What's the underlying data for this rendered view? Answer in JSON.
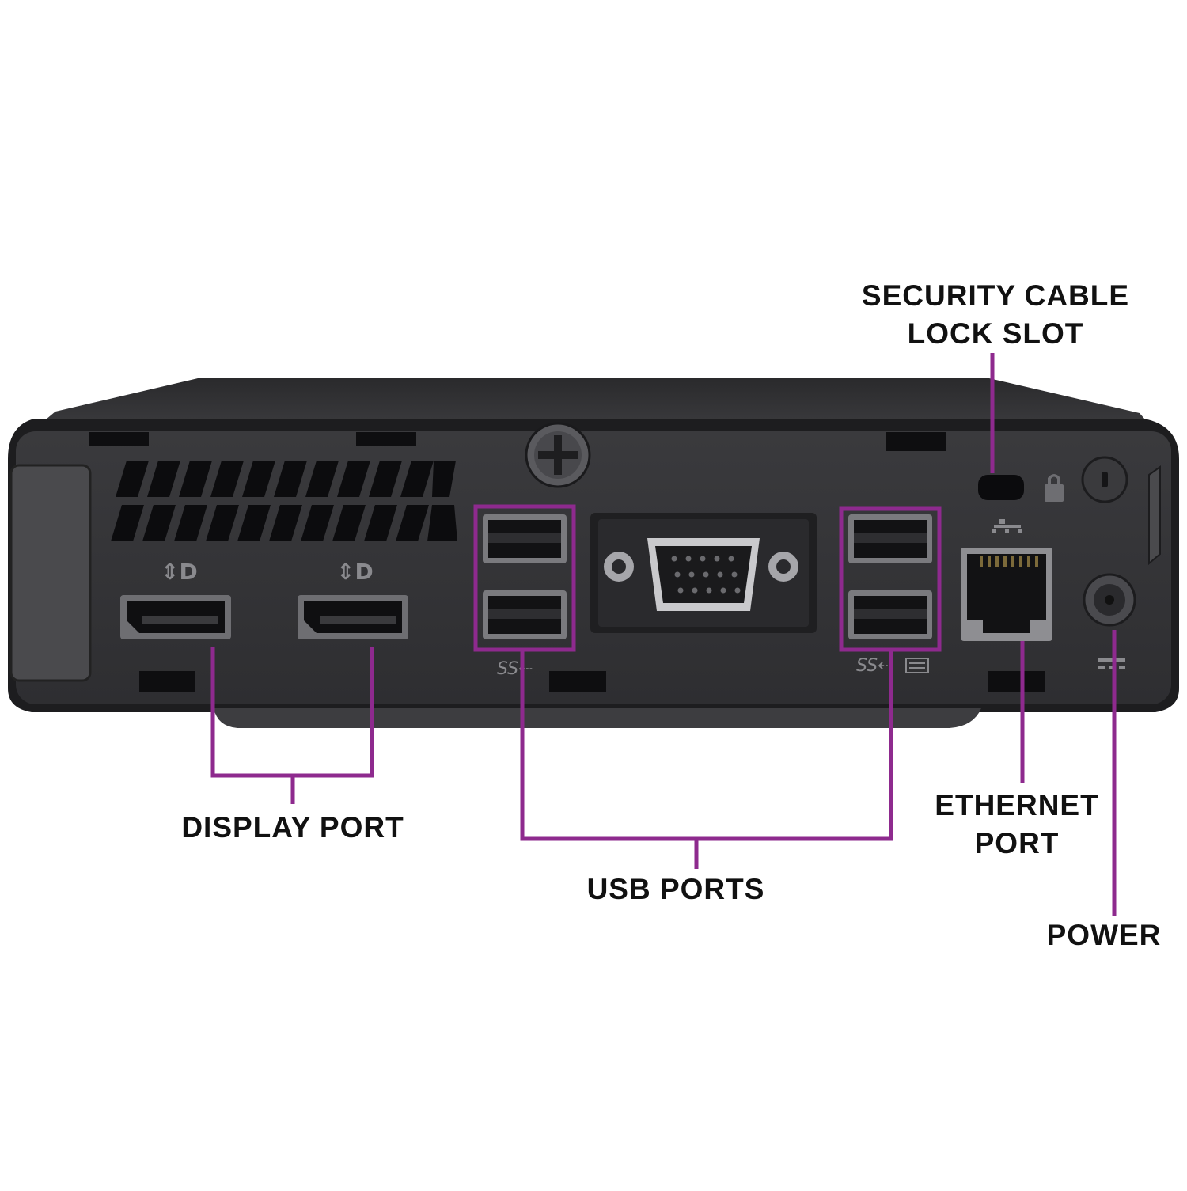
{
  "diagram": {
    "accent_color": "#8e2a8e",
    "device_color": "#2f2f31",
    "labels": {
      "security_line1": "SECURITY CABLE",
      "security_line2": "LOCK SLOT",
      "display_port": "DISPLAY PORT",
      "usb_ports": "USB PORTS",
      "ethernet_line1": "ETHERNET",
      "ethernet_line2": "PORT",
      "power": "POWER"
    },
    "icons": [
      "displayport-icon",
      "superspeed-usb-icon",
      "keyboard-icon",
      "network-icon",
      "lock-icon",
      "power-icon"
    ]
  }
}
